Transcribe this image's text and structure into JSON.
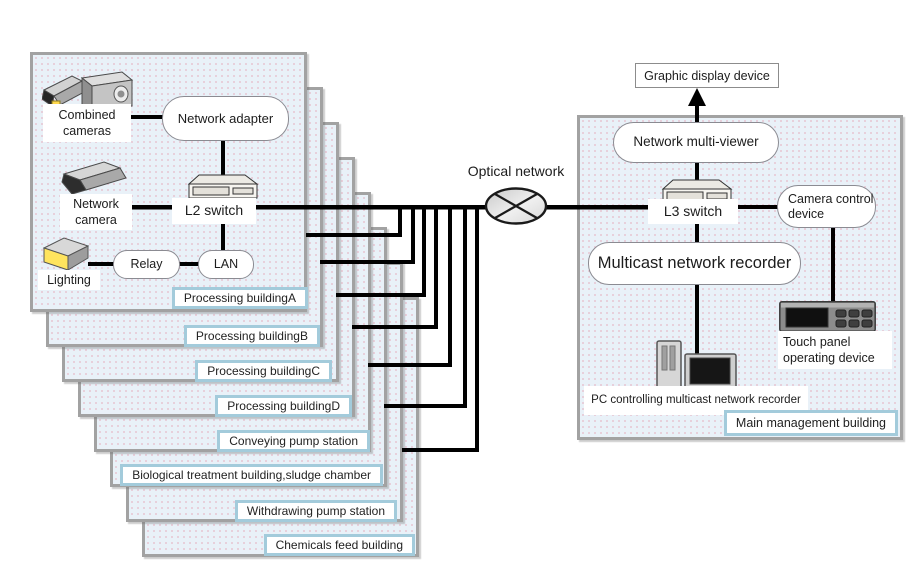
{
  "nodes": {
    "combined_cameras": "Combined cameras",
    "network_adapter": "Network adapter",
    "network_camera": "Network camera",
    "l2_switch": "L2 switch",
    "lighting": "Lighting",
    "relay": "Relay",
    "lan": "LAN",
    "optical_network": "Optical network",
    "graphic_display_device": "Graphic display device",
    "network_multi_viewer": "Network multi-viewer",
    "l3_switch": "L3 switch",
    "camera_control_device": "Camera control device",
    "multicast_network_recorder": "Multicast network recorder",
    "touch_panel_operating_device": "Touch panel operating device",
    "pc_controlling_recorder": "PC controlling multicast network recorder",
    "main_management_building": "Main management building"
  },
  "buildings": [
    "Processing buildingA",
    "Processing buildingB",
    "Processing buildingC",
    "Processing buildingD",
    "Conveying pump station",
    "Biological treatment building,sludge chamber",
    "Withdrawing pump station",
    "Chemicals feed building"
  ],
  "colors": {
    "panel_fill": "#e9f1f8",
    "panel_border": "#a2a2a2",
    "building_label_border": "#a3cbdb",
    "connector": "#000000",
    "lighting_yellow": "#ffe45e"
  }
}
